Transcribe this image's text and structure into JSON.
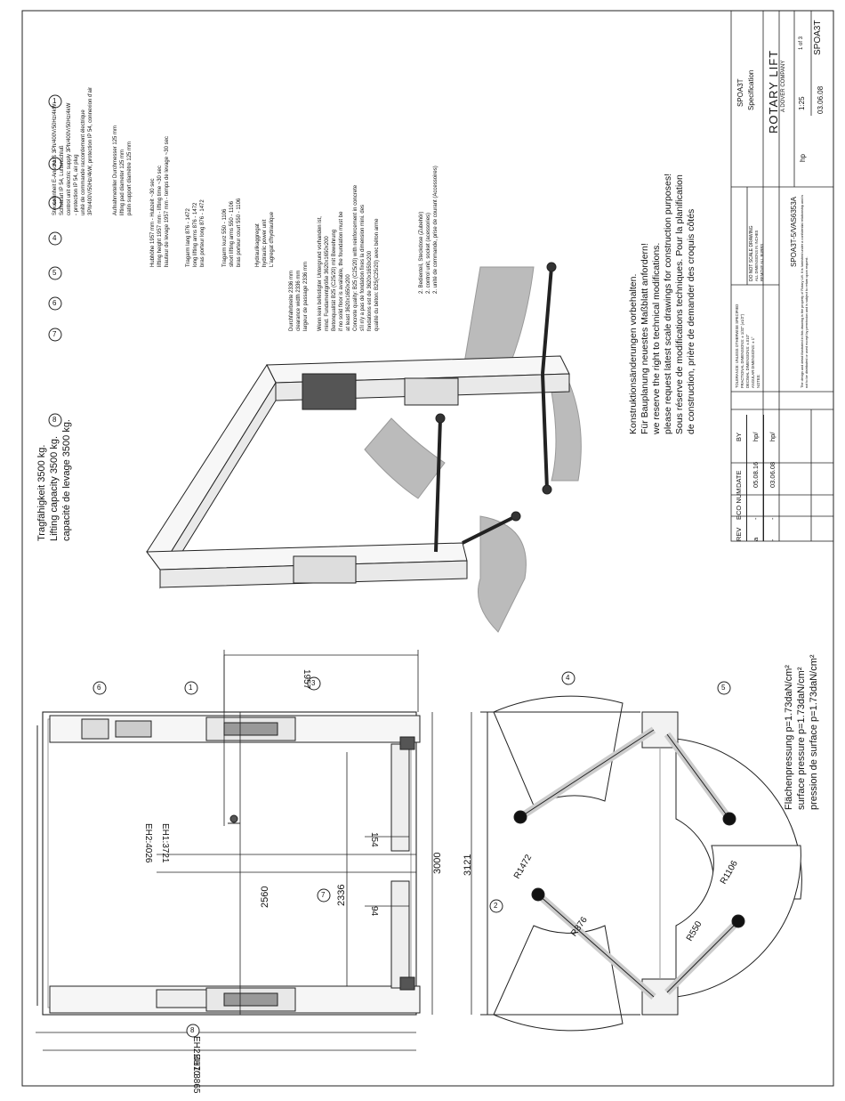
{
  "capacity": {
    "lines": [
      "Tragfähigkeit 3500 kg.",
      "Lifting capacity 3500 kg.",
      "capacité de levage 3500 kg."
    ]
  },
  "legend": [
    {
      "num": "1",
      "lines": [
        "Steuereinheit E-Anschluß 3Ph/400V/50Hz/4kW",
        "Schutzart IP 54, Luftanschluß",
        "control unit electric supply 3Ph/400V/50Hz/4kW",
        "- protection IP 54, air plug",
        "unité de commande raccordement électrique",
        "3Ph/400V/50Hz/4kW, protection IP 54, connexion d'air"
      ]
    },
    {
      "num": "2",
      "lines": [
        "Aufnahmeteller Durchmesser 125 mm",
        "lifting pad diameter 125 mm",
        "patin support diamètre 125 mm"
      ]
    },
    {
      "num": "3",
      "lines": [
        "Hubhöhe 1957 mm - Hubzeit ~30 sec",
        "lifting height 1957 mm - lifting time ~30 sec",
        "hauteur de levage 1957 mm - temps de levage ~30 sec"
      ]
    },
    {
      "num": "4",
      "lines": [
        "Tragarm lang 876 - 1472",
        "long lifting arms 876 - 1472",
        "bras porteur long 876 - 1472"
      ]
    },
    {
      "num": "5",
      "lines": [
        "Tragarm kurz 550 - 1106",
        "short lifting arms 550 - 1106",
        "bras porteur court 550 - 1106"
      ]
    },
    {
      "num": "6",
      "lines": [
        "Hydraulikaggregat",
        "hydraulic power unit",
        "L'agregat d'hydraulique"
      ]
    },
    {
      "num": "7",
      "lines": [
        "Durchfahrbreite 2336 mm",
        "clearance width 2336 mm",
        "largeur de passage 2336 mm",
        "",
        "Wenn kein befestigter Untergrund vorhanden ist,",
        "mind. Fundamentgröße 3620x1650x200",
        "Betonqualität B25 (C25/20) mit Bewehrung",
        "if no solid floor is available, the foundation must be",
        "at least 3620x1650x200",
        "Concrete quality: B25 (C25/20) with reinforcement in concrete",
        "s'il n'y a pas de fondation fixes la dimension mini. des",
        "fondations est de 3620x1650x200",
        "qualité du béton: B25(C25/20) avec béton arme"
      ]
    },
    {
      "num": "8",
      "lines": [
        "2. Bedienteil, Steckdose (Zubehör)",
        "2. control unit, socket (acessories)",
        "2. unité de commande, prise de courant (Accessoires)"
      ]
    }
  ],
  "notice": {
    "lines": [
      "Konstruktionsänderungen vorbehalten.",
      "Für Bauplanung neuestes Maßblatt anfordern!",
      "we reserve the right to technical modifications.",
      "please request latest scale drawings for construction purposes!",
      "Sous réserve de modifications techniques. Pour la planification",
      "de construction, prière de demander des croquis côtés"
    ]
  },
  "pressure": {
    "lines": [
      "Flächenpressung   p=1.73daN/cm²",
      "surface pressure   p=1.73daN/cm²",
      "pression de surface p=1.73daN/cm²"
    ]
  },
  "dimensions": {
    "d1957": "1957",
    "eh2_4026": "EH2:4026",
    "eh1_3721": "EH1:3721",
    "d154": "154",
    "d94": "94",
    "d2560": "2560",
    "d2336": "2336",
    "d3000": "3000",
    "d3121": "3121",
    "eh2_4170": "EH2:4170",
    "eh1_3865": "EH1:3865",
    "r1472": "R1472",
    "r876": "R876",
    "r1106": "R1106",
    "r550": "R550"
  },
  "callouts": {
    "c1": "1",
    "c2": "2",
    "c3": "3",
    "c4": "4",
    "c5": "5",
    "c6": "6",
    "c7": "7",
    "c8": "8"
  },
  "title_block": {
    "product": "SPOA3T",
    "doc_type": "Specification",
    "brand": "ROTARY LIFT",
    "brand_sub": "A DOVER COMPANY",
    "drawing_no": "SPOA3T-5/VAS6353A",
    "sheet": "1 of 3",
    "scale": "1:25",
    "drawn_by": "hp",
    "date": "03.06.08",
    "doc_id": "SPOA3T",
    "tolerance_header": "TOLERANCE: UNLESS OTHERWISE SPECIFIED",
    "fractional": "FRACTIONAL DIMENSIONS: ± 1/32\" (±1/2\")",
    "decimal": "DECIMAL DIMENSIONS: ±.010\"",
    "angular": "ANGULAR DIMENSIONS: ± 1°",
    "do_not_scale": "DO NOT SCALE DRAWING",
    "dims_inches": "ALL DIMENSIONS IN INCHES",
    "remove_burrs": "REMOVE ALL BURRS",
    "notes": "NOTES:",
    "confidential": "The design and detail illustrated in this drawing is the property of Rotary Lift. It is furnished under a confidential relationship and is not to be distributed or used except by permission and is subject to return upon request."
  },
  "revisions": {
    "headers": [
      "REV",
      "ECO NUM",
      "DATE",
      "BY"
    ],
    "rows": [
      {
        "rev": "a",
        "eco": "-",
        "date": "05.08.16",
        "by": "hp/"
      },
      {
        "rev": "-",
        "eco": "-",
        "date": "03.06.08",
        "by": "hp/"
      }
    ]
  }
}
